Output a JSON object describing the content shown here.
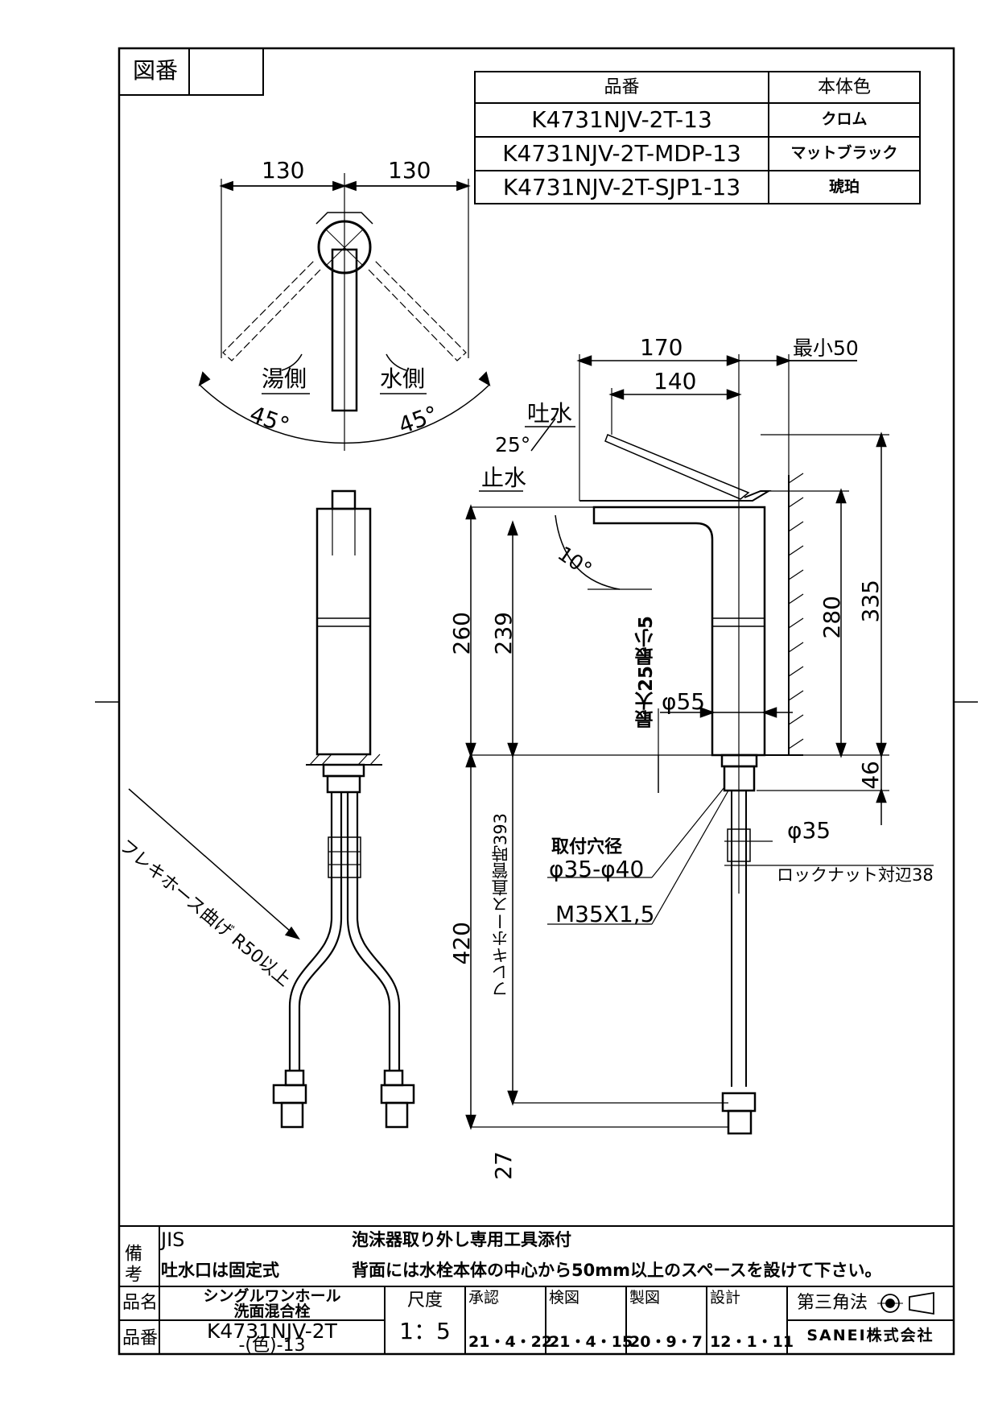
{
  "title_box": {
    "label": "図番",
    "value": ""
  },
  "variants_table": {
    "headers": [
      "品番",
      "本体色"
    ],
    "rows": [
      [
        "K4731NJV-2T-13",
        "クロム"
      ],
      [
        "K4731NJV-2T-MDP-13",
        "マットブラック"
      ],
      [
        "K4731NJV-2T-SJP1-13",
        "琥珀"
      ]
    ]
  },
  "top_view": {
    "dim_left": "130",
    "dim_right": "130",
    "hot_label": "湯側",
    "cold_label": "水側",
    "angle_left": "45°",
    "angle_right": "45°"
  },
  "side_view": {
    "dim_170": "170",
    "dim_140": "140",
    "dim_min50": "最小50",
    "spout_open": "吐水",
    "spout_close": "止水",
    "angle_25": "25°",
    "angle_10": "10°",
    "dim_260": "260",
    "dim_239": "239",
    "dim_280": "280",
    "dim_335": "335",
    "dim_46": "46",
    "dim_420": "420",
    "dim_27": "27",
    "counter_thickness": "最大25最小5",
    "dia_55": "φ55",
    "dia_35": "φ35",
    "mount_hole_label": "取付穴径",
    "mount_hole_value": "φ35-φ40",
    "thread": "M35X1,5",
    "locknut": "ロックナット対辺38",
    "hose_length": "フレキホース直管時393",
    "hose_bend": "フレキホース曲げ R50以上"
  },
  "notes": {
    "label": "備考",
    "line1_left": "JIS",
    "line1_right": "泡沫器取り外し専用工具添付",
    "line2_left": "吐水口は固定式",
    "line2_right": "背面には水栓本体の中心から50mm以上のスペースを設けて下さい。"
  },
  "title_block": {
    "name_label": "品名",
    "name_value_1": "シングルワンホール",
    "name_value_2": "洗面混合栓",
    "number_label": "品番",
    "number_value_1": "K4731NJV-2T",
    "number_value_2": "-(色)-13",
    "scale_label": "尺度",
    "scale_value": "1：5",
    "approve_label": "承認",
    "approve_date": "21・4・22",
    "check_label": "検図",
    "check_date": "21・4・15",
    "draw_label": "製図",
    "draw_date": "20・9・7",
    "design_label": "設計",
    "design_date": "12・1・11",
    "projection": "第三角法",
    "company": "SANEI株式会社"
  }
}
